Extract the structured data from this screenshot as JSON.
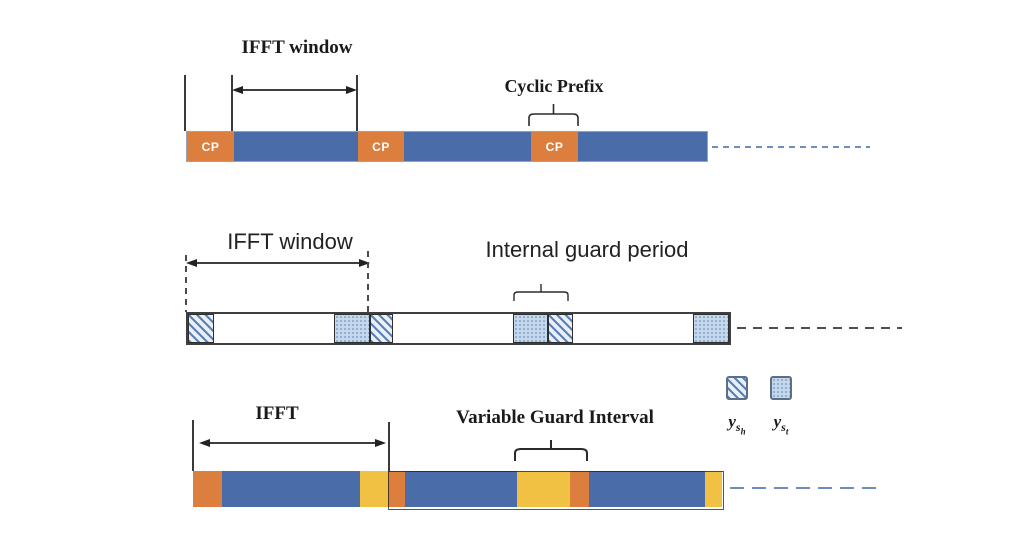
{
  "colors": {
    "blue": "#4A6CA8",
    "orange": "#DC7E3E",
    "yellow": "#F0C143",
    "hatch_bg": "#EAF0F8",
    "hatch_line": "#5B7FB9",
    "dot_bg": "#C9D9EC",
    "dot_fg": "#8FAFD4",
    "dash_blue": "#6C8EBF",
    "dash_black": "#4D4D4D"
  },
  "row1": {
    "ifft_label": "IFFT window",
    "cp_label": "Cyclic Prefix",
    "bar": {
      "segments": [
        {
          "type": "orange",
          "w": 47,
          "label": "CP",
          "name": "cp-segment"
        },
        {
          "type": "blue",
          "w": 124,
          "name": "data-segment"
        },
        {
          "type": "orange",
          "w": 46,
          "label": "CP",
          "name": "cp-segment"
        },
        {
          "type": "blue",
          "w": 127,
          "name": "data-segment"
        },
        {
          "type": "orange",
          "w": 47,
          "label": "CP",
          "name": "cp-segment"
        },
        {
          "type": "blue",
          "w": 129,
          "name": "data-segment"
        }
      ]
    }
  },
  "row2": {
    "ifft_label": "IFFT window",
    "guard_label": "Internal guard period",
    "bar": {
      "segments": [
        {
          "type": "diag",
          "w": 26,
          "name": "head-guard-segment"
        },
        {
          "type": "white",
          "w": 120,
          "name": "data-segment"
        },
        {
          "type": "dots",
          "w": 36,
          "name": "tail-guard-segment"
        },
        {
          "type": "diag",
          "w": 23,
          "name": "head-guard-segment"
        },
        {
          "type": "white",
          "w": 120,
          "name": "data-segment"
        },
        {
          "type": "dots",
          "w": 35,
          "name": "tail-guard-segment"
        },
        {
          "type": "diag",
          "w": 25,
          "name": "head-guard-segment"
        },
        {
          "type": "white",
          "w": 120,
          "name": "data-segment"
        },
        {
          "type": "dots",
          "w": 36,
          "name": "tail-guard-segment"
        }
      ]
    }
  },
  "row3": {
    "ifft_label": "IFFT",
    "vgi_label": "Variable Guard Interval",
    "legend": {
      "items": [
        {
          "base": "y",
          "sub": "s",
          "subsub": "h"
        },
        {
          "base": "y",
          "sub": "s",
          "subsub": "t"
        }
      ]
    },
    "bar": {
      "segments": [
        {
          "type": "orange",
          "w": 29,
          "name": "guard-segment"
        },
        {
          "type": "blue",
          "w": 138,
          "name": "data-segment"
        },
        {
          "type": "yellow",
          "w": 28,
          "name": "guard-segment"
        },
        {
          "type": "orange",
          "w": 17,
          "name": "guard-segment"
        },
        {
          "type": "blue",
          "w": 112,
          "name": "data-segment"
        },
        {
          "type": "yellow",
          "w": 53,
          "name": "variable-guard-segment"
        },
        {
          "type": "orange",
          "w": 19,
          "name": "guard-segment"
        },
        {
          "type": "blue",
          "w": 116,
          "name": "data-segment"
        },
        {
          "type": "yellow",
          "w": 17,
          "name": "guard-segment"
        }
      ]
    }
  }
}
